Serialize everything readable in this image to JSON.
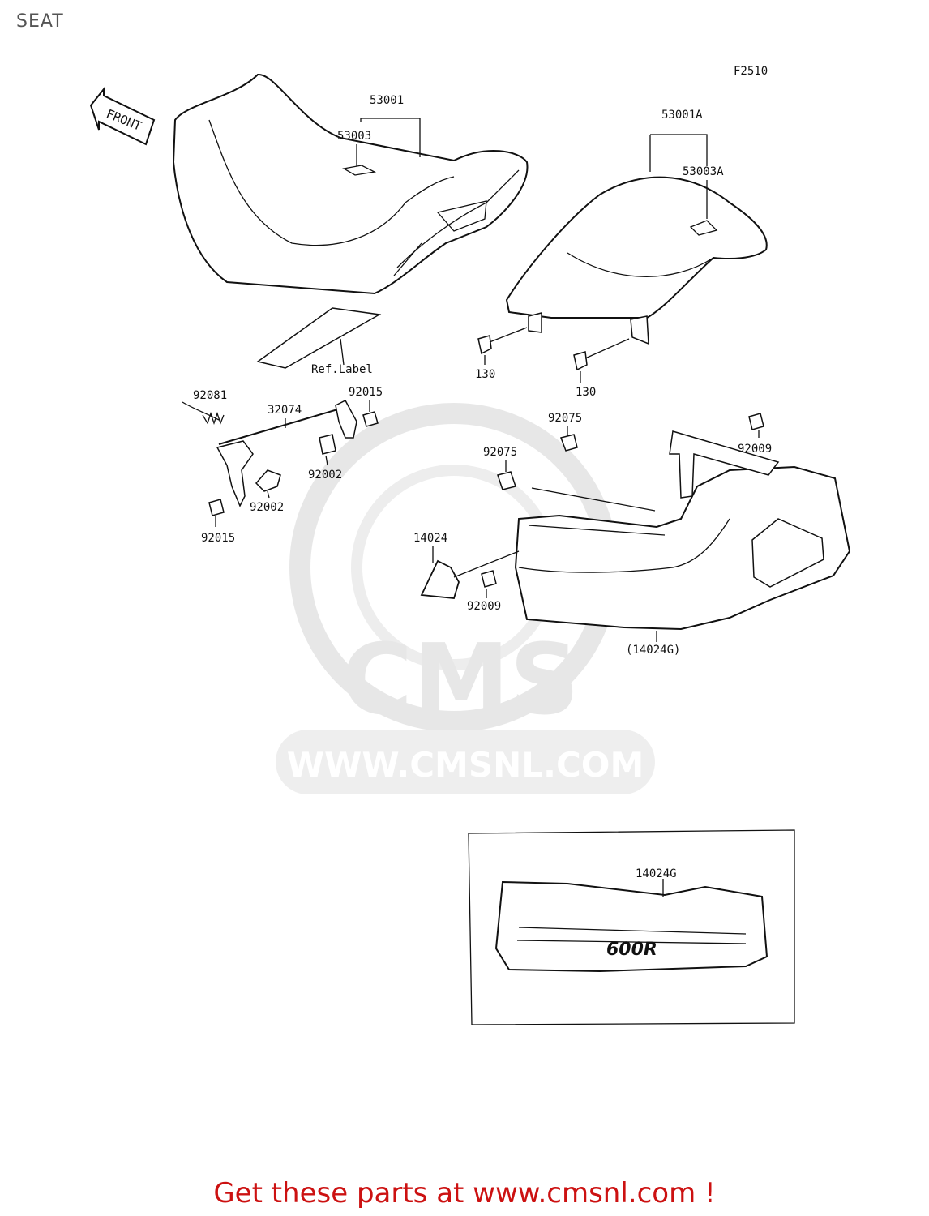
{
  "page_title": "SEAT",
  "figure_code": "F2510",
  "front_arrow": "FRONT",
  "parts": {
    "p53001": "53001",
    "p53003": "53003",
    "p53001A": "53001A",
    "p53003A": "53003A",
    "ref_label": "Ref.Label",
    "p130_a": "130",
    "p130_b": "130",
    "p92081": "92081",
    "p32074": "32074",
    "p92015_a": "92015",
    "p92015_b": "92015",
    "p92002_a": "92002",
    "p92002_b": "92002",
    "p92075_a": "92075",
    "p92075_b": "92075",
    "p92009_a": "92009",
    "p92009_b": "92009",
    "p14024": "14024",
    "p14024G_paren": "(14024G)",
    "p14024G": "14024G"
  },
  "badge_text": "600R",
  "watermark": {
    "logo": "CMS",
    "url": "WWW.CMSNL.COM"
  },
  "footer": "Get these parts at www.cmsnl.com !"
}
